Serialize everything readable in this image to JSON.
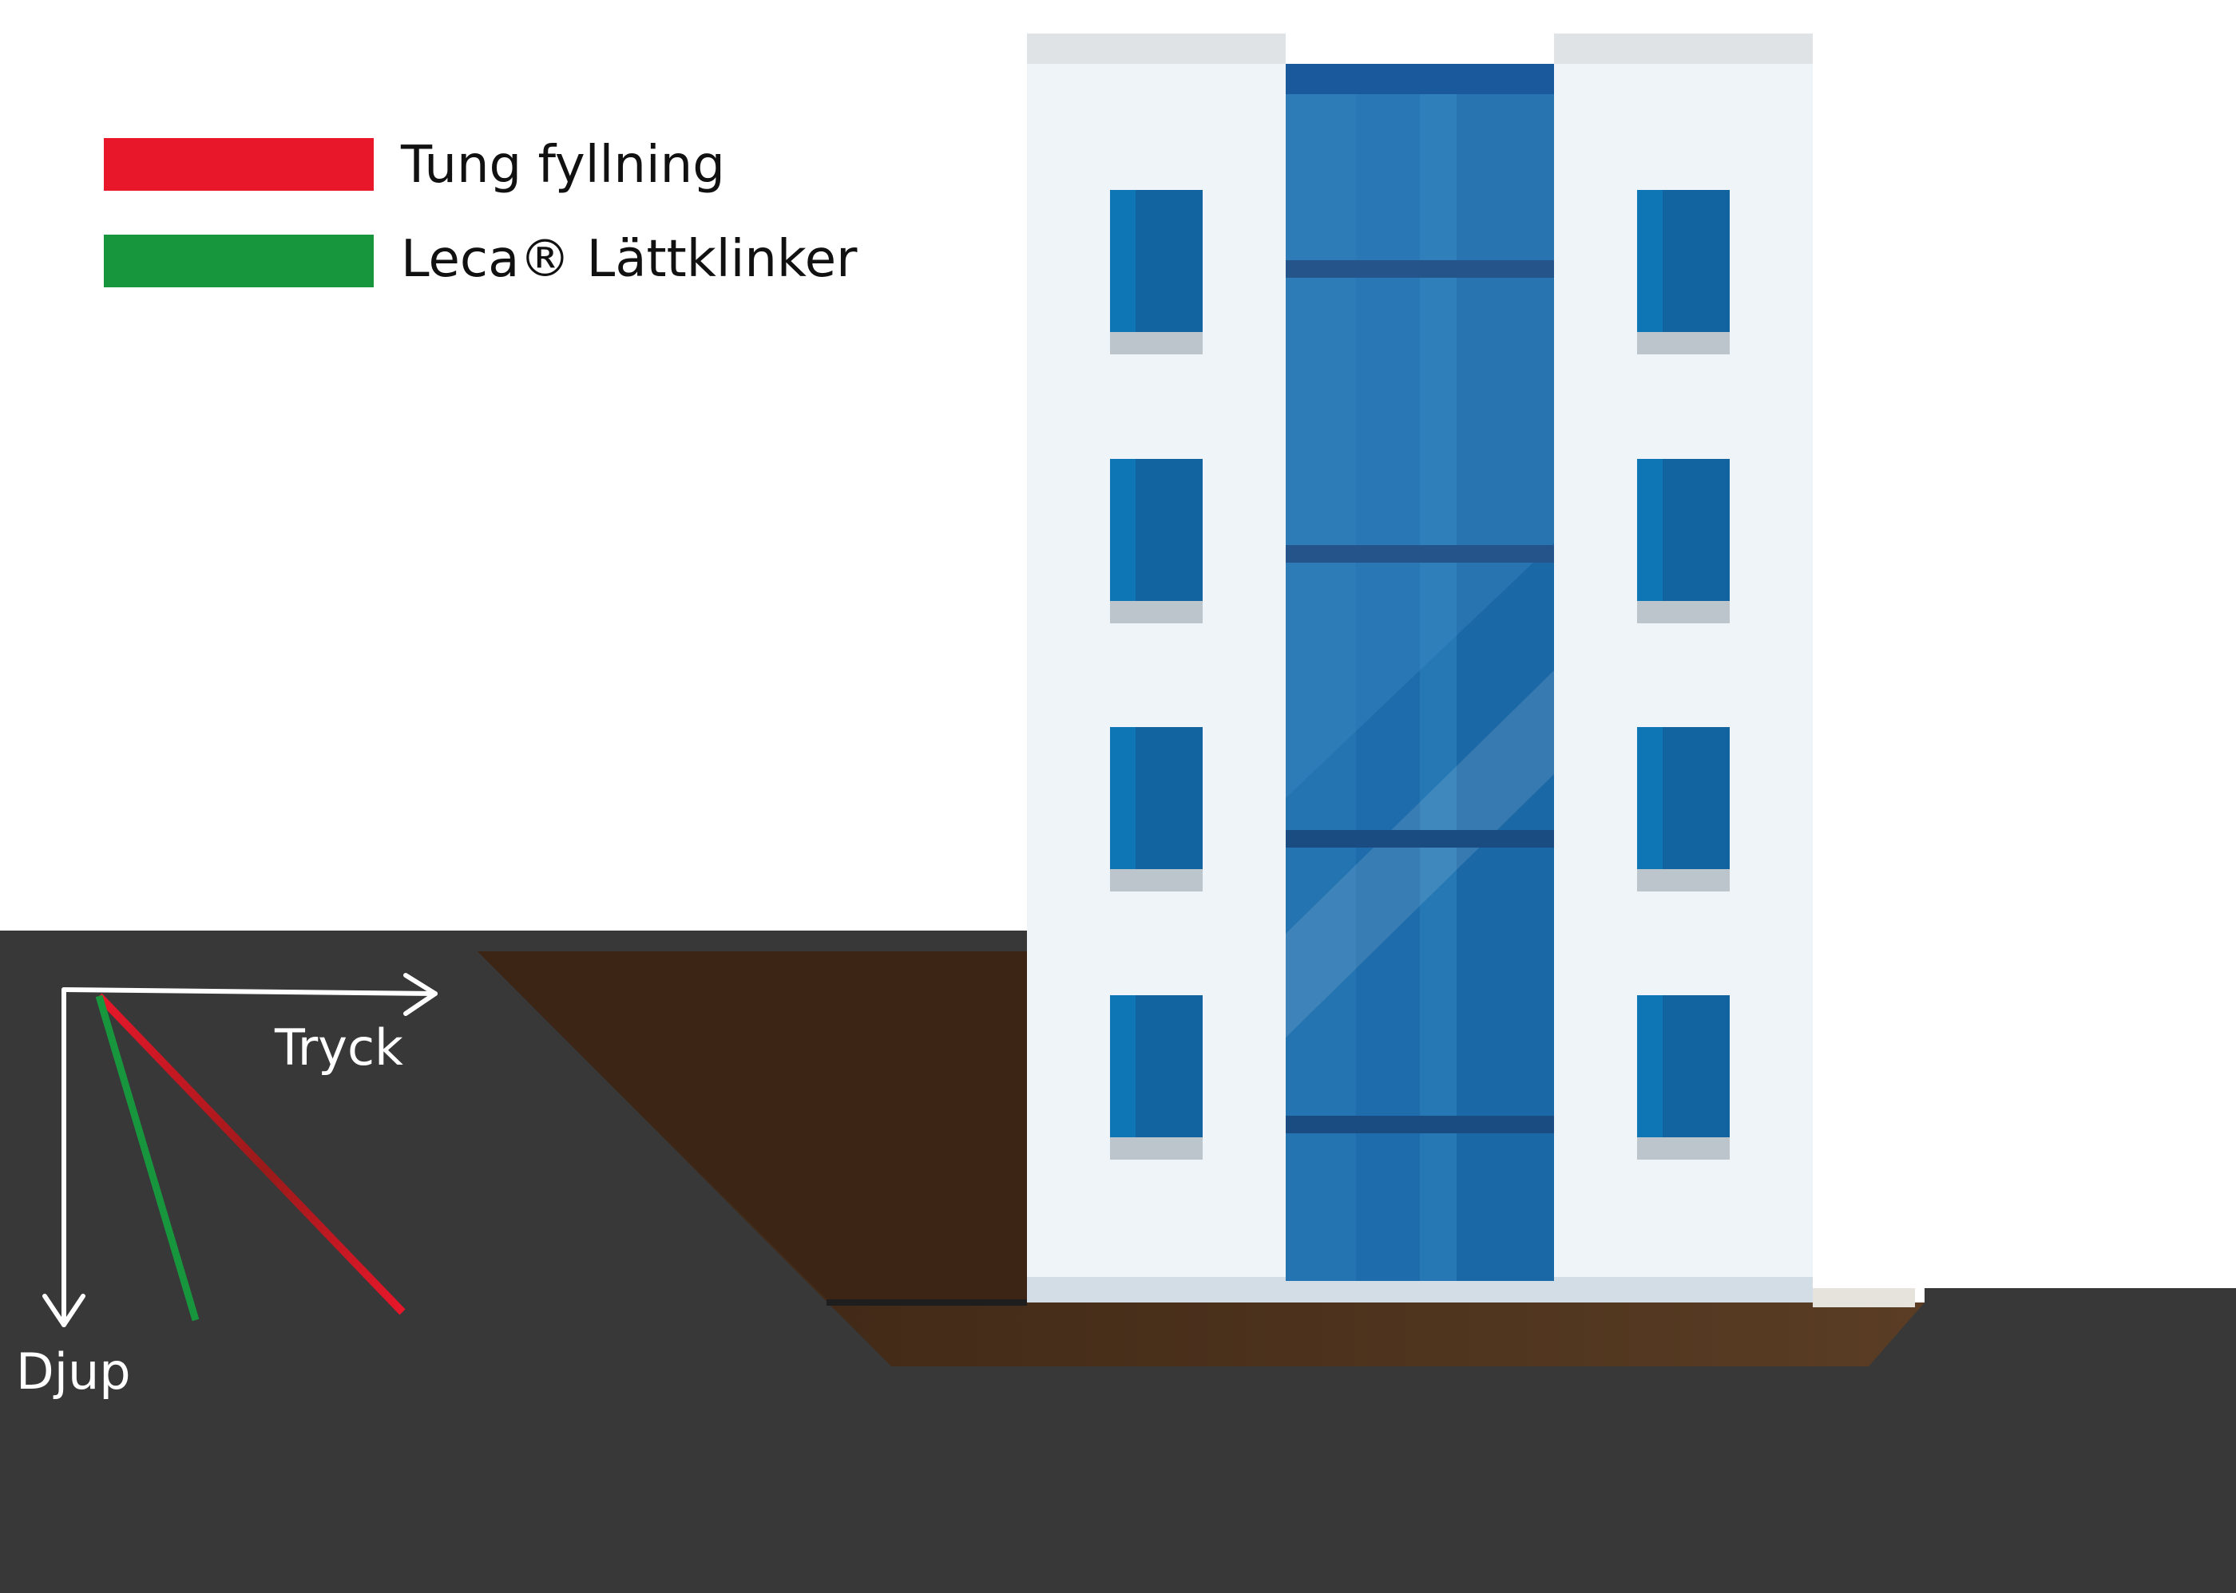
{
  "legend": {
    "items": [
      {
        "label": "Tung fyllning",
        "color": "#e8172a"
      },
      {
        "label": "Leca® Lättklinker",
        "color": "#17963e"
      }
    ]
  },
  "axes": {
    "x_label": "Tryck",
    "y_label": "Djup"
  },
  "colors": {
    "ground": "#383838",
    "fill_soil_dark": "#3c2514",
    "fill_soil_light": "#563a22",
    "facade": "#eff4f8",
    "cap": "#dfe3e6",
    "glass": "#1568a8",
    "window": "#11649f",
    "sill": "#bdc5cc",
    "axis": "#ffffff"
  },
  "icons": {
    "building": "apartment-building-icon",
    "x_axis_arrow": "arrow-right-icon",
    "y_axis_arrow": "arrow-down-icon"
  }
}
